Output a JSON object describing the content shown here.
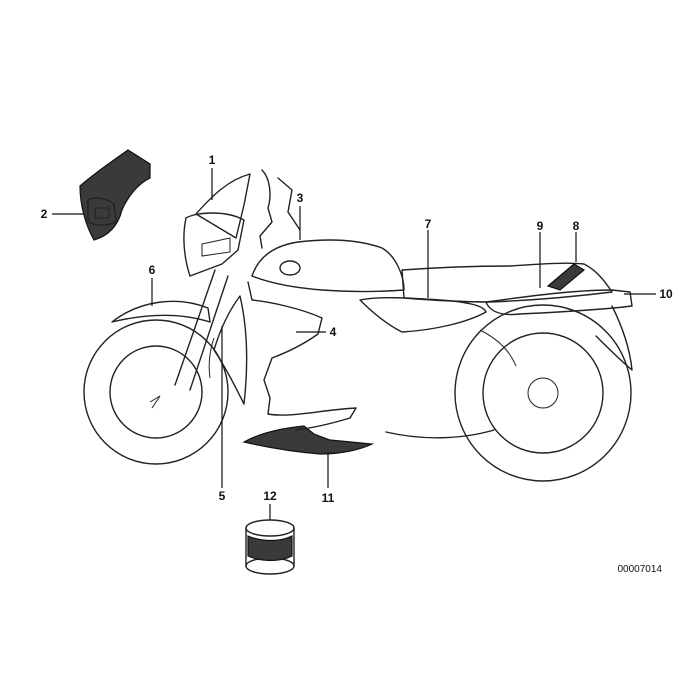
{
  "callouts": {
    "c1": "1",
    "c2": "2",
    "c3": "3",
    "c4": "4",
    "c5": "5",
    "c6": "6",
    "c7": "7",
    "c8": "8",
    "c9": "9",
    "c10": "10",
    "c11": "11",
    "c12": "12"
  },
  "reference_number": "00007014"
}
